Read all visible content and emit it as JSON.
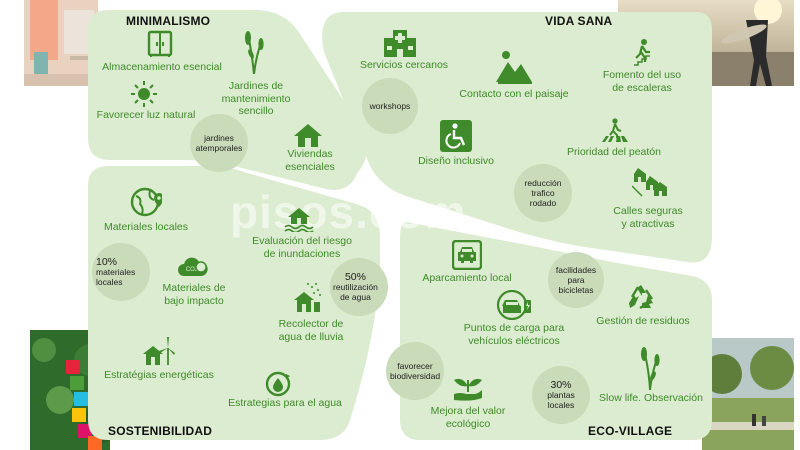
{
  "colors": {
    "panel": "#dcecd0",
    "icon": "#3f8a2a",
    "label": "#3f8a2a",
    "bubble": "#c9dbb9"
  },
  "watermark": "pisos.com",
  "sections": {
    "minimalismo": {
      "title": "MINIMALISMO",
      "items": [
        {
          "label": "Almacenamiento esencial",
          "icon": "wardrobe-icon"
        },
        {
          "label": "Jardines de\nmantenimiento\nsencillo",
          "icon": "grass-icon"
        },
        {
          "label": "Favorecer luz natural",
          "icon": "sun-icon"
        },
        {
          "label": "Viviendas\nesenciales",
          "icon": "house-icon"
        }
      ],
      "bubbles": [
        "jardines\natemporales"
      ]
    },
    "vida_sana": {
      "title": "VIDA SANA",
      "items": [
        {
          "label": "Servicios cercanos",
          "icon": "hospital-icon"
        },
        {
          "label": "Contacto con el paisaje",
          "icon": "mountain-icon"
        },
        {
          "label": "Fomento del uso\nde escaleras",
          "icon": "stairs-icon"
        },
        {
          "label": "Diseño inclusivo",
          "icon": "wheelchair-icon"
        },
        {
          "label": "Prioridad del peatón",
          "icon": "crosswalk-icon"
        },
        {
          "label": "Calles seguras\ny atractivas",
          "icon": "street-houses-icon"
        }
      ],
      "bubbles": [
        "workshops",
        "reducción\ntrafico\nrodado"
      ]
    },
    "sostenibilidad": {
      "title": "SOSTENIBILIDAD",
      "items": [
        {
          "label": "Materiales locales",
          "icon": "location-globe-icon"
        },
        {
          "label": "Evaluación del riesgo\nde inundaciones",
          "icon": "flood-house-icon"
        },
        {
          "label": "Materiales de\nbajo impacto",
          "icon": "co2-cloud-icon"
        },
        {
          "label": "Recolector de\nagua de lluvia",
          "icon": "rain-collector-icon"
        },
        {
          "label": "Estratégias energéticas",
          "icon": "wind-house-icon"
        },
        {
          "label": "Estrategias para el agua",
          "icon": "water-cycle-icon"
        }
      ],
      "bubbles": [
        {
          "pct": "10%",
          "text": "materiales\nlocales"
        },
        {
          "pct": "50%",
          "text": "reutilización\nde agua"
        }
      ]
    },
    "eco_village": {
      "title": "ECO-VILLAGE",
      "items": [
        {
          "label": "Aparcamiento local",
          "icon": "parking-car-icon"
        },
        {
          "label": "Puntos de carga para\nvehículos eléctricos",
          "icon": "ev-charging-icon"
        },
        {
          "label": "Gestión de residuos",
          "icon": "recycle-icon"
        },
        {
          "label": "Mejora del valor\necológico",
          "icon": "hand-plant-icon"
        },
        {
          "label": "Slow life. Observación",
          "icon": "reeds-icon"
        }
      ],
      "bubbles": [
        {
          "text": "facilidades\npara\nbicicletas"
        },
        {
          "text": "favorecer\nbiodiversidad"
        },
        {
          "pct": "30%",
          "text": "plantas\nlocales"
        }
      ]
    }
  }
}
